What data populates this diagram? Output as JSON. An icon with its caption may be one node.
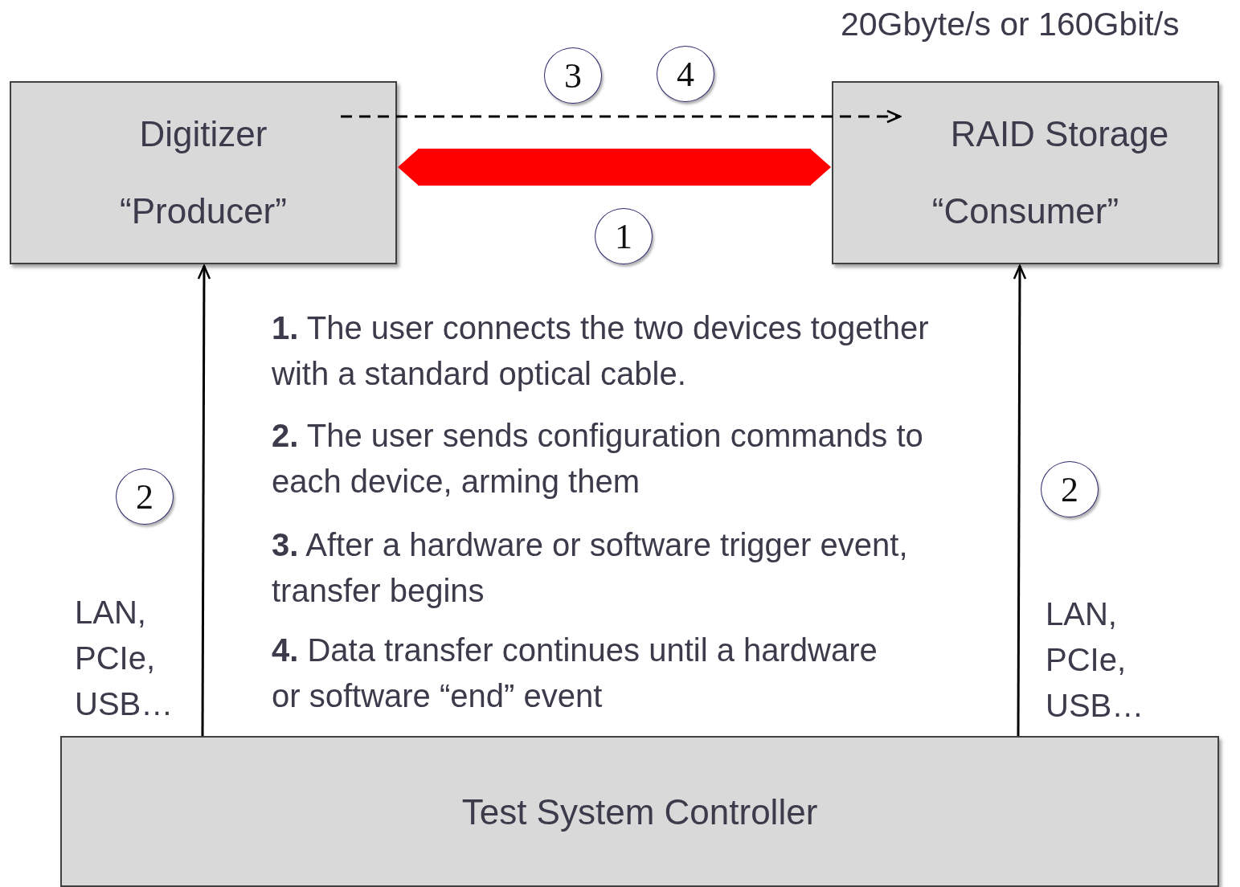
{
  "diagram": {
    "nodes": [
      {
        "text": [
          "Digitizer",
          "“Producer”"
        ]
      },
      {
        "text": [
          "RAID Storage",
          "“Consumer”"
        ]
      },
      {
        "text": [
          "Test System Controller"
        ]
      },
      {
        "text": [
          "3"
        ]
      },
      {
        "text": [
          "4"
        ]
      },
      {
        "text": [
          "1"
        ]
      },
      {
        "text": [
          "2"
        ]
      },
      {
        "text": [
          "2"
        ]
      }
    ],
    "edges": [
      {
        "from": 0,
        "to": 1,
        "arrow": "both",
        "style": "thick",
        "color": "#ff0000"
      },
      {
        "from": 0,
        "to": 1,
        "arrow": "to",
        "style": "dashed"
      },
      {
        "from": 2,
        "to": 0,
        "arrow": "to"
      },
      {
        "from": 2,
        "to": 1,
        "arrow": "to"
      }
    ],
    "labels": [
      "20Gbyte/s or 160Gbit/s",
      "**1.** The user connects the two devices together with a standard optical cable.",
      "**2.** The user sends configuration commands to each device, arming them",
      "**3.** After a hardware or software trigger event, transfer begins",
      "**4.** Data transfer continues until a hardware or software “end” event",
      "LAN, PCIe, USB…",
      "LAN, PCIe, USB…"
    ]
  }
}
